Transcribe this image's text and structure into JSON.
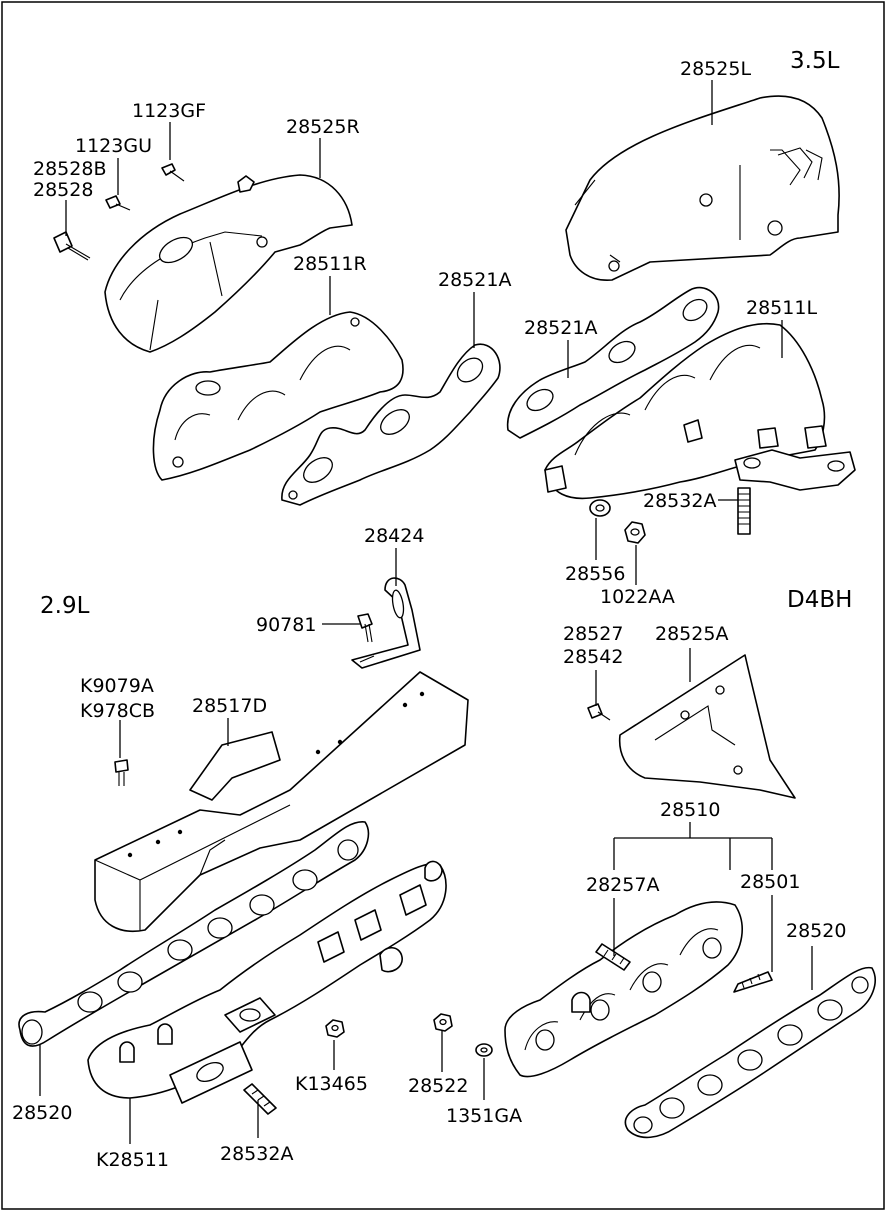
{
  "variants": {
    "v35": "3.5L",
    "v29": "2.9L",
    "d4bh": "D4BH"
  },
  "labels": {
    "p28525L": "28525L",
    "p1123GF": "1123GF",
    "p28525R": "28525R",
    "p1123GU": "1123GU",
    "p28528B": "28528B",
    "p28528": "28528",
    "p28511R": "28511R",
    "p28521A_left": "28521A",
    "p28521A_right": "28521A",
    "p28511L": "28511L",
    "p28532A_top": "28532A",
    "p28424": "28424",
    "p28556": "28556",
    "p1022AA": "1022AA",
    "p90781": "90781",
    "p28527": "28527",
    "p28525A": "28525A",
    "p28542": "28542",
    "pK9079A": "K9079A",
    "pK978CB": "K978CB",
    "p28517D": "28517D",
    "p28510": "28510",
    "p28257A": "28257A",
    "p28501": "28501",
    "p28520_right": "28520",
    "pK13465": "K13465",
    "p28522": "28522",
    "p1351GA": "1351GA",
    "p28520_left": "28520",
    "pK28511": "K28511",
    "p28532A_bottom": "28532A"
  }
}
